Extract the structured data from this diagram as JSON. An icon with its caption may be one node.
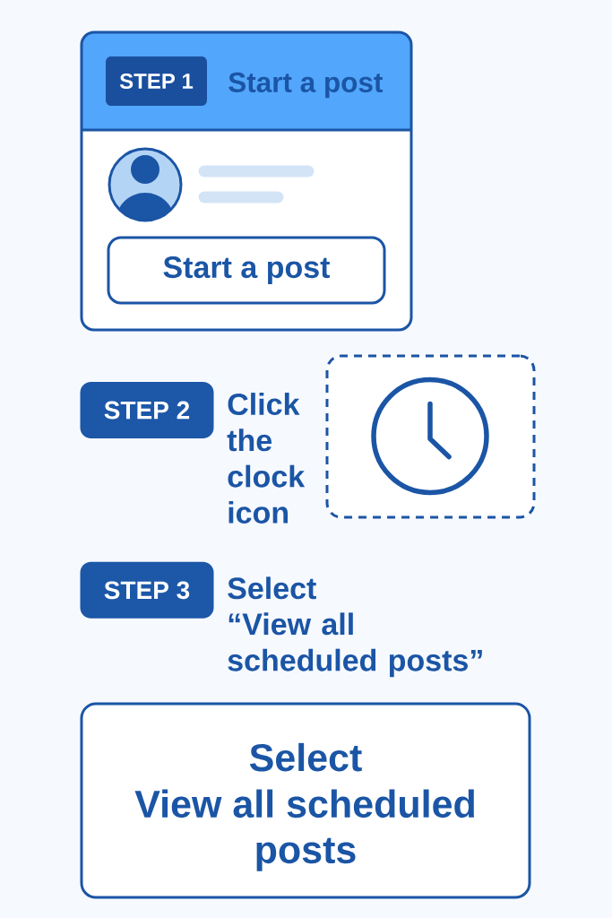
{
  "diagram": {
    "nodes": [
      {
        "text": [
          "Start a post"
        ]
      },
      {
        "text": [
          "STEP 1"
        ],
        "in": 0
      },
      {
        "text": [
          "Start a post"
        ],
        "in": 0
      },
      {
        "text": [
          "STEP 2"
        ],
        "beside": [
          "Click the clock icon"
        ]
      },
      {
        "text": [],
        "shape": "box"
      },
      {
        "text": [
          "STEP 3"
        ],
        "beside": [
          "Select",
          "“View all scheduled posts”"
        ]
      },
      {
        "text": [
          "Select",
          "View all scheduled posts"
        ]
      }
    ]
  }
}
